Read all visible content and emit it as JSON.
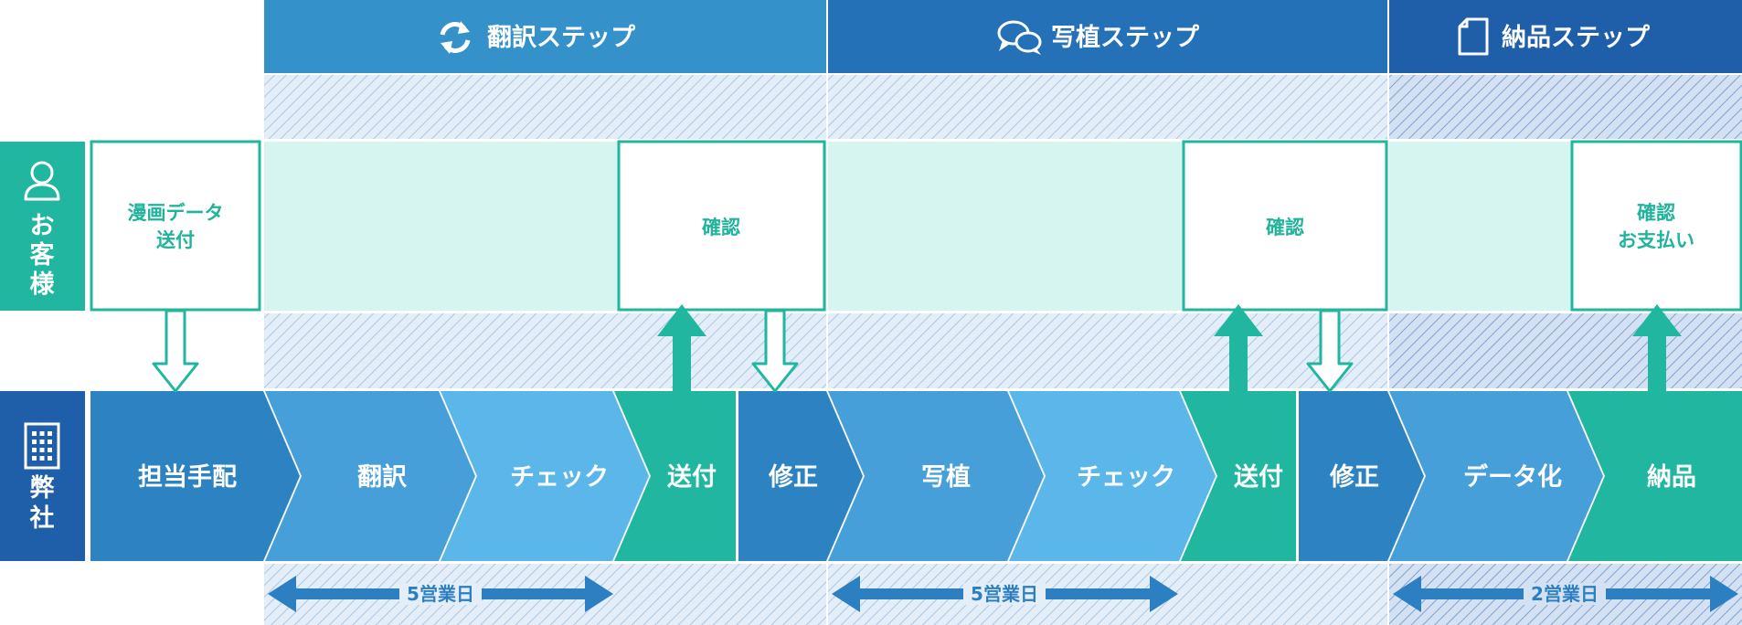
{
  "colors": {
    "phase1": "#3591c9",
    "phase2": "#2571b8",
    "phase3": "#1f5ea8",
    "teal": "#20b69f",
    "teal_dark": "#18a088",
    "mint": "#d6f4f0",
    "chev_mid": "#479fd9",
    "chev_light": "#5bb6ea",
    "chev_dark": "#2d82c2",
    "side_blue": "#1f5ea8"
  },
  "phases": [
    {
      "label": "翻訳ステップ",
      "icon": "refresh-icon"
    },
    {
      "label": "写植ステップ",
      "icon": "chat-bubbles-icon"
    },
    {
      "label": "納品ステップ",
      "icon": "document-icon"
    }
  ],
  "side": {
    "customer": [
      "お",
      "客",
      "様"
    ],
    "company": [
      "弊",
      "社"
    ]
  },
  "customer_boxes": [
    {
      "lines": [
        "漫画データ",
        "送付"
      ]
    },
    {
      "lines": [
        "確認"
      ]
    },
    {
      "lines": [
        "確認"
      ]
    },
    {
      "lines": [
        "確認",
        "お支払い"
      ]
    }
  ],
  "steps": [
    "担当手配",
    "翻訳",
    "チェック",
    "送付",
    "修正",
    "写植",
    "チェック",
    "送付",
    "修正",
    "データ化",
    "納品"
  ],
  "durations": [
    "5営業日",
    "5営業日",
    "2営業日"
  ]
}
